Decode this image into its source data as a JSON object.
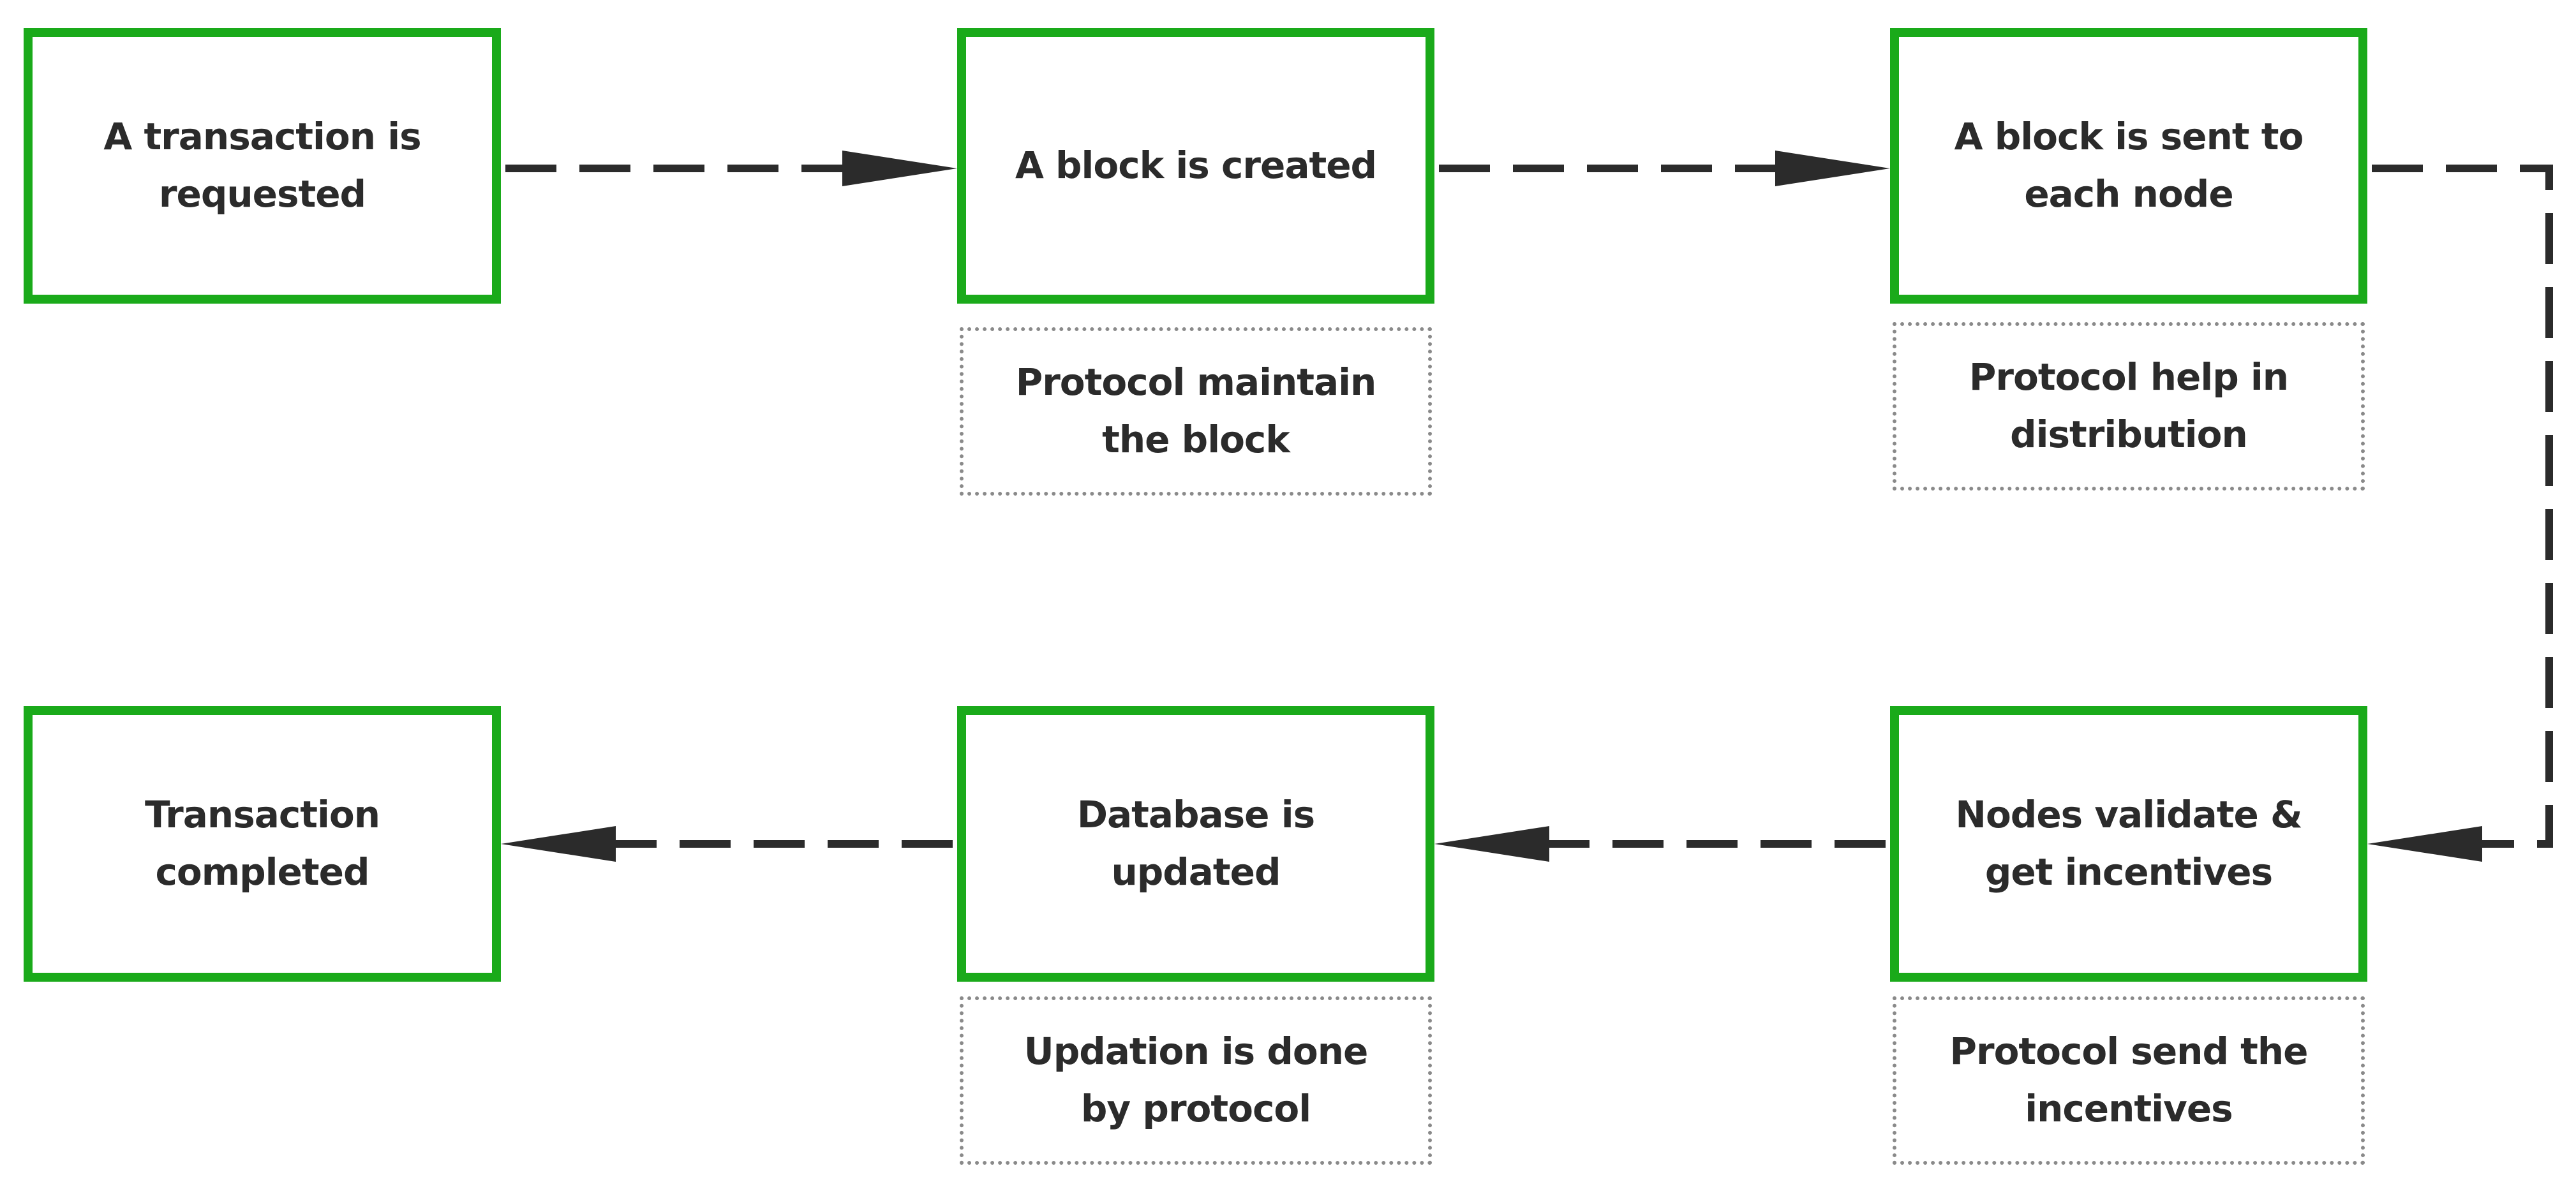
{
  "steps": {
    "transaction_requested": {
      "line1": "A transaction is",
      "line2": "requested"
    },
    "block_created": {
      "line1": "A block is created",
      "line2": ""
    },
    "block_sent": {
      "line1": "A block is sent to",
      "line2": "each node"
    },
    "nodes_validate": {
      "line1": "Nodes validate &",
      "line2": "get incentives"
    },
    "database_updated": {
      "line1": "Database is",
      "line2": "updated"
    },
    "transaction_completed": {
      "line1": "Transaction",
      "line2": "completed"
    }
  },
  "notes": {
    "maintain_block": {
      "line1": "Protocol maintain",
      "line2": "the block"
    },
    "help_distribution": {
      "line1": "Protocol help in",
      "line2": "distribution"
    },
    "updation_done": {
      "line1": "Updation is done",
      "line2": "by protocol"
    },
    "send_incentives": {
      "line1": "Protocol send the",
      "line2": "incentives"
    }
  },
  "colors": {
    "step_border": "#1aaa1a",
    "note_border": "#8a8a8a",
    "text": "#2b2b2b",
    "arrow": "#2b2b2b"
  }
}
